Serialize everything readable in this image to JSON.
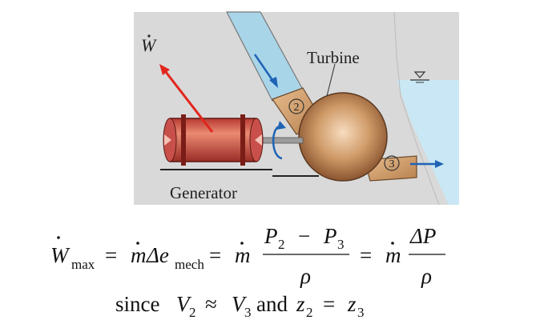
{
  "labels": {
    "work": "W",
    "turbine": "Turbine",
    "generator": "Generator",
    "station_in": "2",
    "station_out": "3"
  },
  "equation": {
    "lhs": "W",
    "lhs_sub": "max",
    "eq": "=",
    "mdot": "m",
    "delta_e": "Δe",
    "mech_sub": "mech",
    "num_p2": "P",
    "num_p2_sub": "2",
    "minus": "−",
    "num_p3": "P",
    "num_p3_sub": "3",
    "rho": "ρ",
    "delta_p": "ΔP"
  },
  "condition": {
    "since": "since",
    "v2": "V",
    "v2_sub": "2",
    "approx": "≈",
    "v3": "V",
    "v3_sub": "3",
    "and": "and",
    "z2": "z",
    "z2_sub": "2",
    "eq": "=",
    "z3": "z",
    "z3_sub": "3"
  },
  "colors": {
    "panel": "#d9d9d9",
    "water": "#c9e7f4",
    "pipe_water": "#a9d5e9",
    "work_arrow": "#e3261d",
    "flow_arrow": "#1f63b5",
    "generator_body": "#c8413a",
    "turbine_body": "#c48a56",
    "nozzle": "#d4a16e"
  },
  "icons": {
    "free_surface": "free-surface-triangle-icon",
    "rotation": "rotation-arrow-icon"
  }
}
